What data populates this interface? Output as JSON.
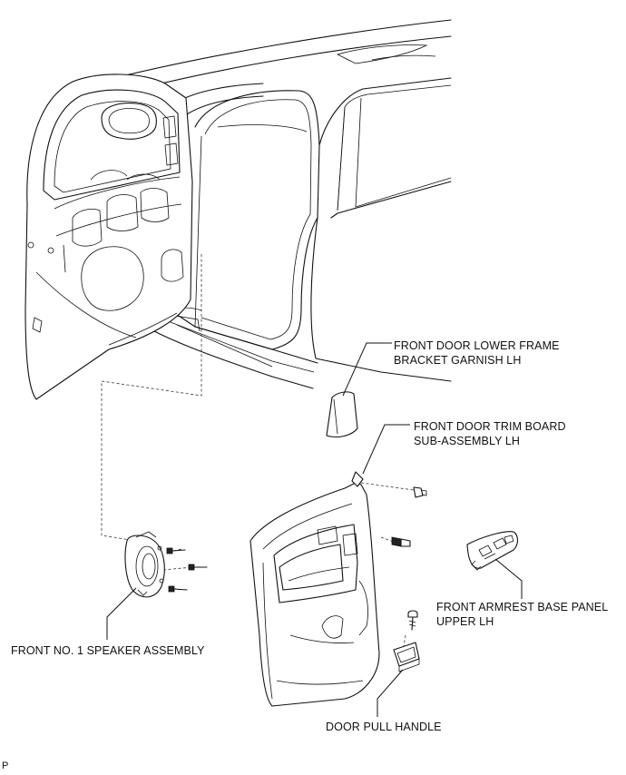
{
  "labels": {
    "lower_frame_garnish": {
      "line1": "FRONT DOOR LOWER FRAME",
      "line2": "BRACKET GARNISH LH"
    },
    "trim_board": {
      "line1": "FRONT DOOR TRIM BOARD",
      "line2": "SUB-ASSEMBLY LH"
    },
    "armrest_panel": {
      "line1": "FRONT ARMREST BASE PANEL",
      "line2": "UPPER LH"
    },
    "speaker": {
      "line1": "FRONT NO. 1 SPEAKER ASSEMBLY"
    },
    "pull_handle": {
      "line1": "DOOR PULL HANDLE"
    }
  },
  "corner_mark": "P"
}
